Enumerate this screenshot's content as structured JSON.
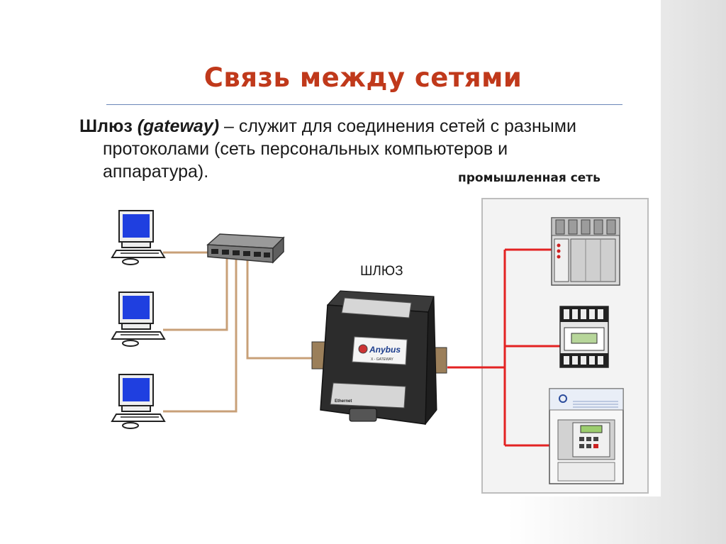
{
  "slide": {
    "title": "Связь между сетями",
    "paragraph": {
      "term": "Шлюз",
      "term_en": "(gateway)",
      "line1_rest": " – служит для соединения сетей с разными",
      "line2": "протоколами (сеть персональных компьютеров и",
      "line3": "аппаратура)."
    },
    "industrial_label": "промышленная сеть",
    "gateway_label": "ШЛЮЗ",
    "gateway_brand": "Anybus",
    "gateway_sub": "X - GATEWAY",
    "gateway_port": "Ethernet"
  },
  "colors": {
    "title": "#c0391b",
    "office_links": "#c8a078",
    "industrial_links": "#e32222",
    "screen": "#1f3fe0"
  },
  "devices": {
    "computers": [
      "computer-1",
      "computer-2",
      "computer-3"
    ],
    "switch": "network-switch",
    "industrial": [
      "plc-rack",
      "control-module",
      "drive-panel"
    ]
  }
}
